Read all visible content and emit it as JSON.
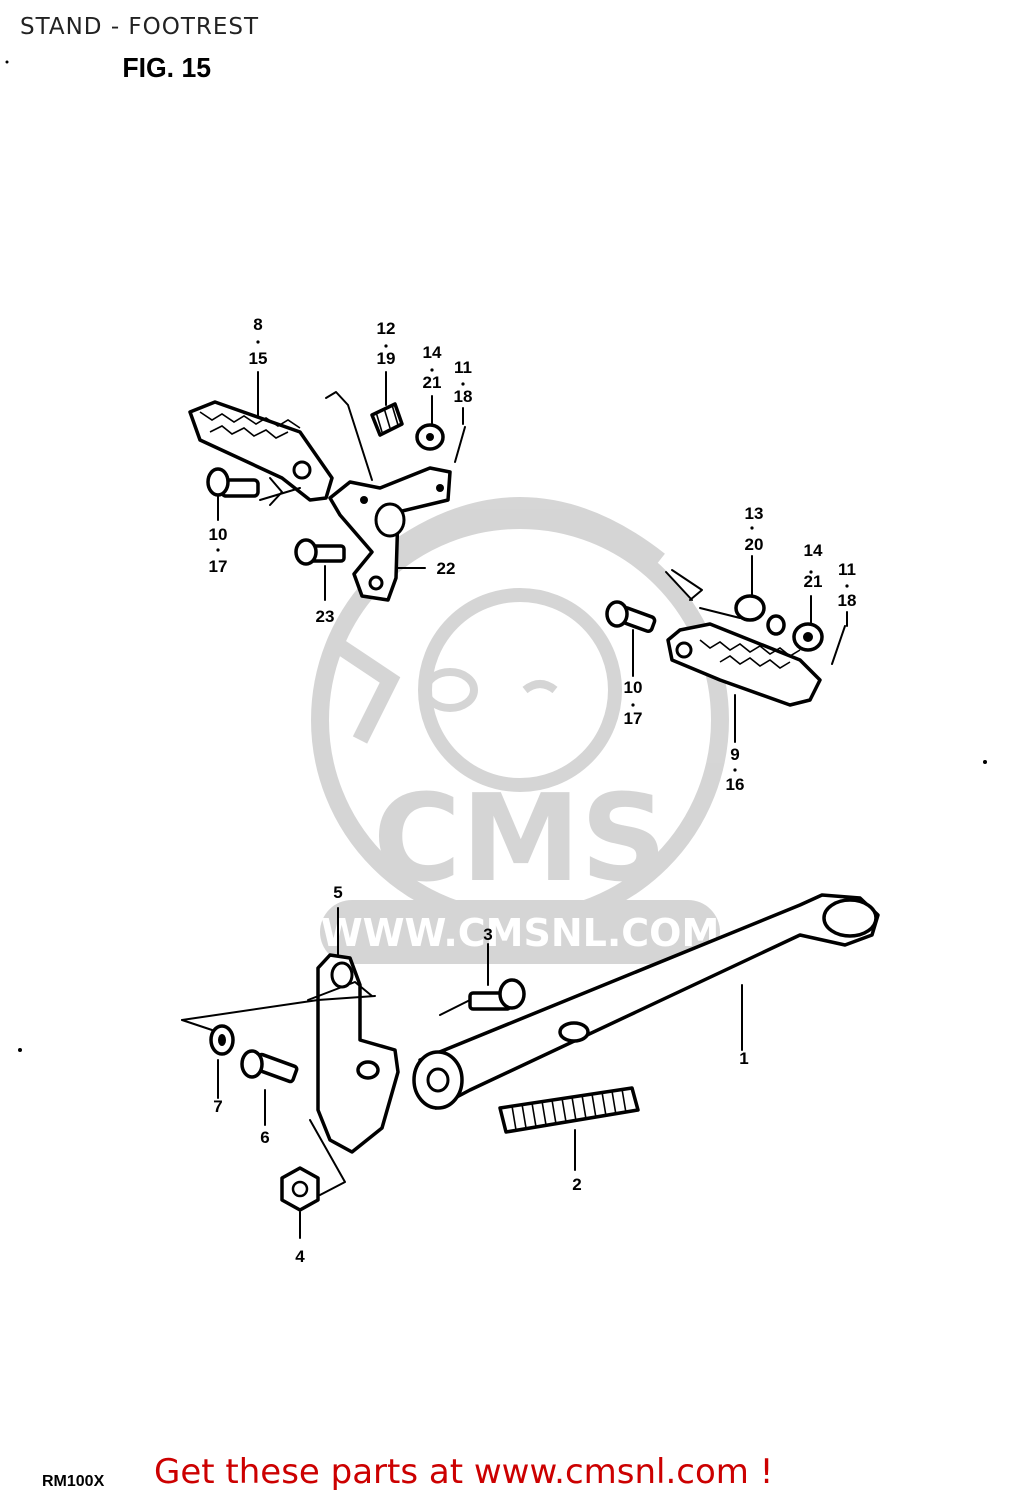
{
  "header": {
    "title": "STAND - FOOTREST",
    "figure": "FIG. 15"
  },
  "watermark": {
    "brand": "CMS",
    "url": "WWW.CMSNL.COM"
  },
  "callouts": {
    "c1": "1",
    "c2": "2",
    "c3": "3",
    "c4": "4",
    "c5": "5",
    "c6": "6",
    "c7": "7",
    "c8": "8",
    "c15": "15",
    "c12": "12",
    "c19": "19",
    "c14a": "14",
    "c21a": "21",
    "c11a": "11",
    "c18a": "18",
    "c10a": "10",
    "c17a": "17",
    "c22": "22",
    "c23": "23",
    "c13": "13",
    "c20": "20",
    "c14b": "14",
    "c21b": "21",
    "c11b": "11",
    "c18b": "18",
    "c10b": "10",
    "c17b": "17",
    "c9": "9",
    "c16": "16"
  },
  "footer": {
    "model": "RM100X",
    "cta": "Get these parts at www.cmsnl.com !"
  }
}
